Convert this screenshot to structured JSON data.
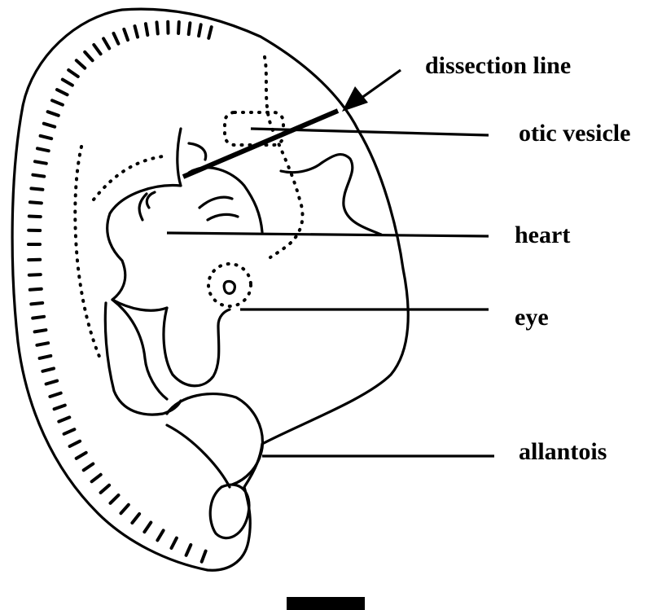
{
  "labels": {
    "dissection_line": "dissection line",
    "otic_vesicle": "otic vesicle",
    "heart": "heart",
    "eye": "eye",
    "allantois": "allantois"
  },
  "colors": {
    "ink": "#000000",
    "background": "#ffffff"
  }
}
